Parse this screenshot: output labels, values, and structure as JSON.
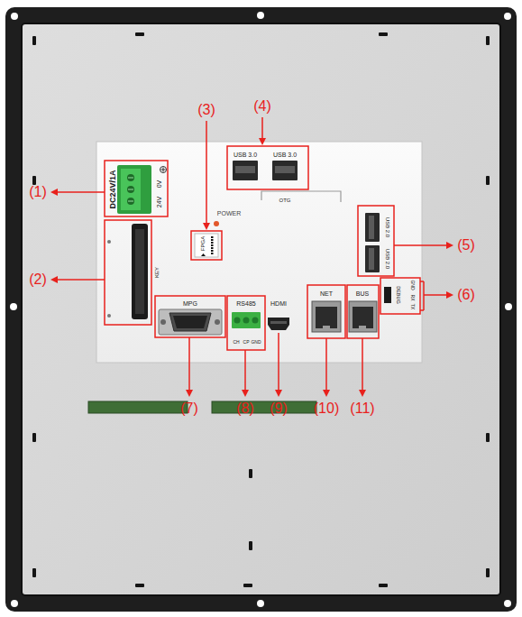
{
  "diagram": {
    "labels": [
      "(1)",
      "(2)",
      "(3)",
      "(4)",
      "(5)",
      "(6)",
      "(7)",
      "(8)",
      "(9)",
      "(10)",
      "(11)",
      "DC24V/1A",
      "0V",
      "24V",
      "KEY",
      "POWER",
      "FPGA",
      "USB 3.0",
      "USB 3.0",
      "OTG",
      "USB 2.0",
      "USB 2.0",
      "DEBUG",
      "GND",
      "RX",
      "TX",
      "MPG",
      "RS485",
      "CH",
      "CP",
      "GND",
      "HDMI",
      "NET",
      "BUS"
    ]
  }
}
